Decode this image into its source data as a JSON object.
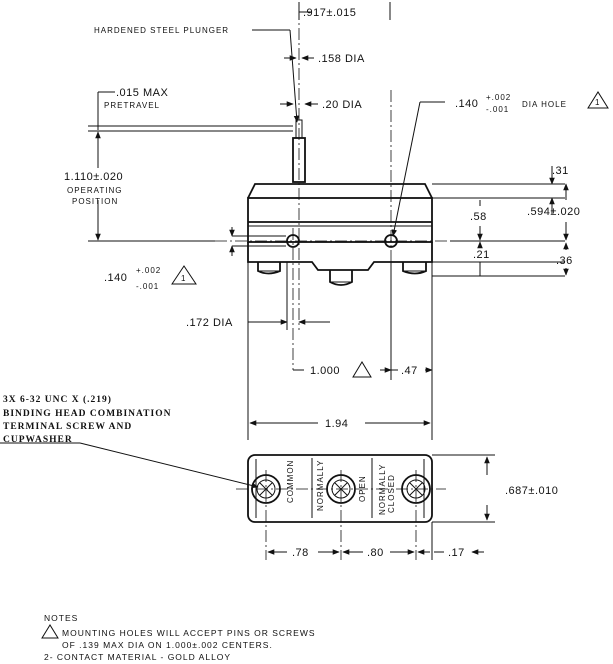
{
  "dimensions": {
    "top_width": ".917±.015",
    "plunger_dia": ".158 DIA",
    "plunger_dia2": ".20 DIA",
    "hole_top_main": ".140",
    "hole_top_tol_plus": "+.002",
    "hole_top_tol_minus": "-.001",
    "hole_top_suffix": "DIA HOLE",
    "hole_left_main": ".140",
    "hole_left_tol_plus": "+.002",
    "hole_left_tol_minus": "-.001",
    "op_position": "1.110±.020",
    "d31": ".31",
    "d58": ".58",
    "d594": ".594±.020",
    "d21": ".21",
    "d36": ".36",
    "d172": ".172 DIA",
    "d1000": "1.000",
    "d47": ".47",
    "d194": "1.94",
    "d687": ".687±.010",
    "d78": ".78",
    "d80": ".80",
    "d17": ".17"
  },
  "labels": {
    "plunger": "HARDENED STEEL PLUNGER",
    "pretravel_1": ".015 MAX",
    "pretravel_2": "PRETRAVEL",
    "op_1": "OPERATING",
    "op_2": "POSITION",
    "screw_1": "3X 6-32 UNC X (.219)",
    "screw_2": "BINDING HEAD COMBINATION",
    "screw_3": "TERMINAL SCREW AND",
    "screw_4": "CUPWASHER",
    "term_common": "COMMON",
    "term_no_1": "NORMALLY",
    "term_no_2": "OPEN",
    "term_nc_1": "NORMALLY",
    "term_nc_2": "CLOSED",
    "note_flag": "1"
  },
  "notes": {
    "title": "NOTES",
    "n1_a": "MOUNTING HOLES WILL ACCEPT PINS OR SCREWS",
    "n1_b": "OF .139 MAX DIA ON 1.000±.002 CENTERS.",
    "n2": "2- CONTACT MATERIAL - GOLD ALLOY"
  }
}
